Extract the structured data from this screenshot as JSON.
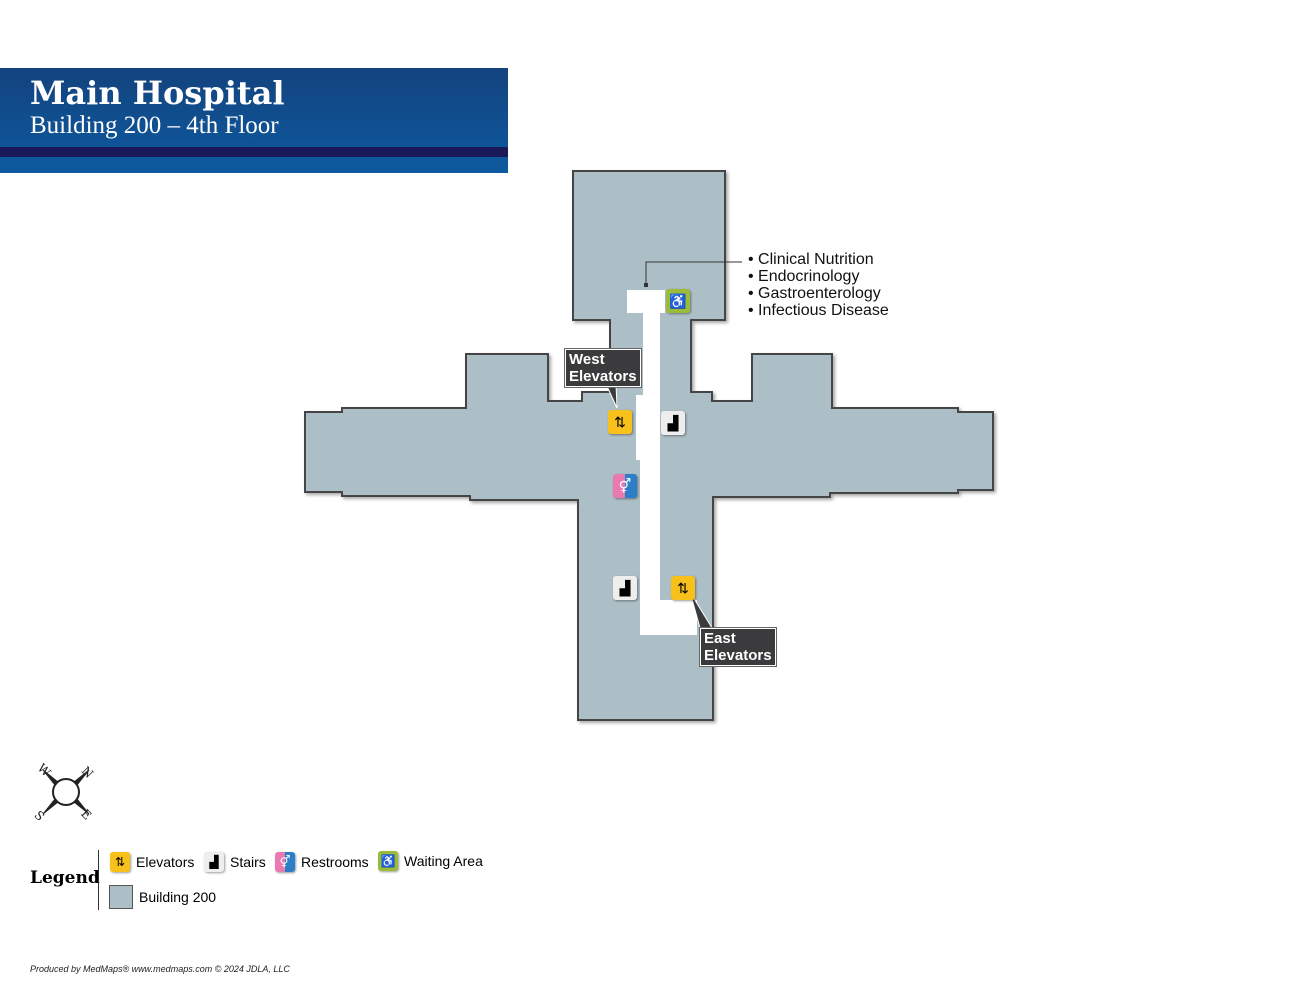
{
  "header": {
    "title": "Main Hospital",
    "subtitle": "Building 200 – 4th Floor"
  },
  "departments": [
    "• Clinical Nutrition",
    "• Endocrinology",
    "• Gastroenterology",
    "• Infectious Disease"
  ],
  "callouts": {
    "west": [
      "West",
      "Elevators"
    ],
    "east": [
      "East",
      "Elevators"
    ]
  },
  "compass": {
    "n": "N",
    "e": "E",
    "s": "S",
    "w": "W"
  },
  "legend": {
    "title": "Legend",
    "items": [
      "Elevators",
      "Stairs",
      "Restrooms",
      "Waiting Area",
      "Building 200"
    ]
  },
  "footer": "Produced by MedMaps®  www.medmaps.com   © 2024 JDLA, LLC",
  "colors": {
    "building": "#adbfc6",
    "header": "#0d5aa0",
    "elevator": "#f7c01a",
    "waiting": "#9dbb3b"
  }
}
